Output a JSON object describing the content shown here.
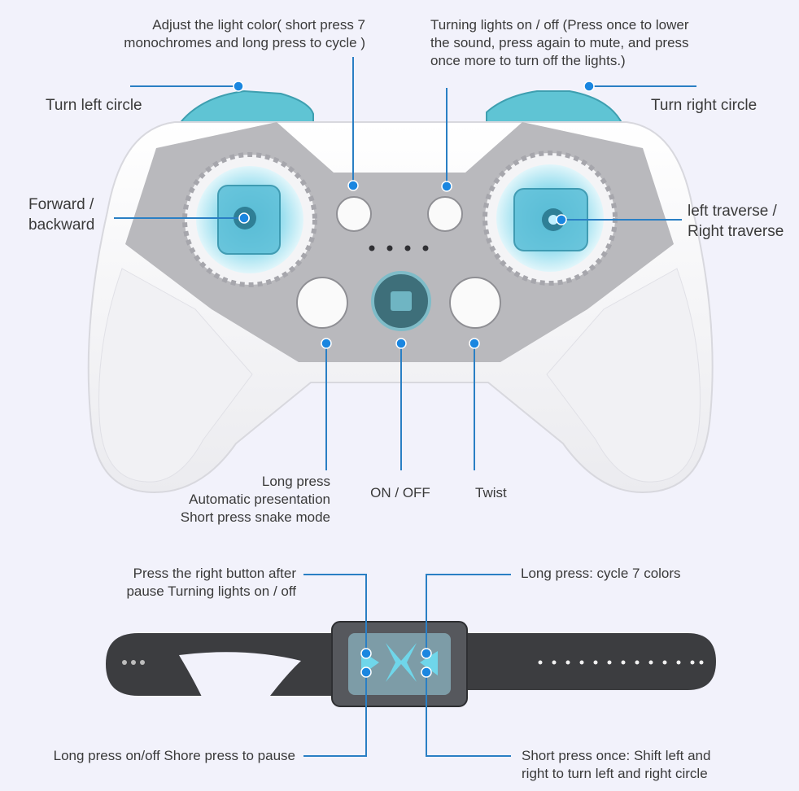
{
  "colors": {
    "accent": "#1a86e0",
    "line": "#2a7fc4",
    "background": "#f2f2fb",
    "cyan": "#6fd6ea",
    "strap": "#3c3d40"
  },
  "controller": {
    "labels": {
      "turn_left": "Turn left circle",
      "turn_right": "Turn right circle",
      "adjust_light": [
        "Adjust the light color( short press 7",
        "monochromes and long press to cycle )"
      ],
      "lights_toggle": [
        "Turning lights on / off (Press once to lower",
        "the sound, press again to mute, and press",
        "once more to turn off the lights.)"
      ],
      "forward": [
        "Forward /",
        "backward"
      ],
      "traverse": [
        "left traverse /",
        "Right traverse"
      ],
      "long_press": [
        "Long press",
        "Automatic presentation",
        "Short press snake mode"
      ],
      "on_off": "ON / OFF",
      "twist": "Twist"
    }
  },
  "remote": {
    "labels": {
      "press_right": [
        "Press the right button after",
        "pause Turning lights on / off"
      ],
      "long_press_onoff": "Long press on/off Shore press to pause",
      "cycle_colors": "Long press: cycle 7 colors",
      "short_press": [
        "Short press once: Shift left and",
        "right to turn left and right circle"
      ]
    }
  }
}
